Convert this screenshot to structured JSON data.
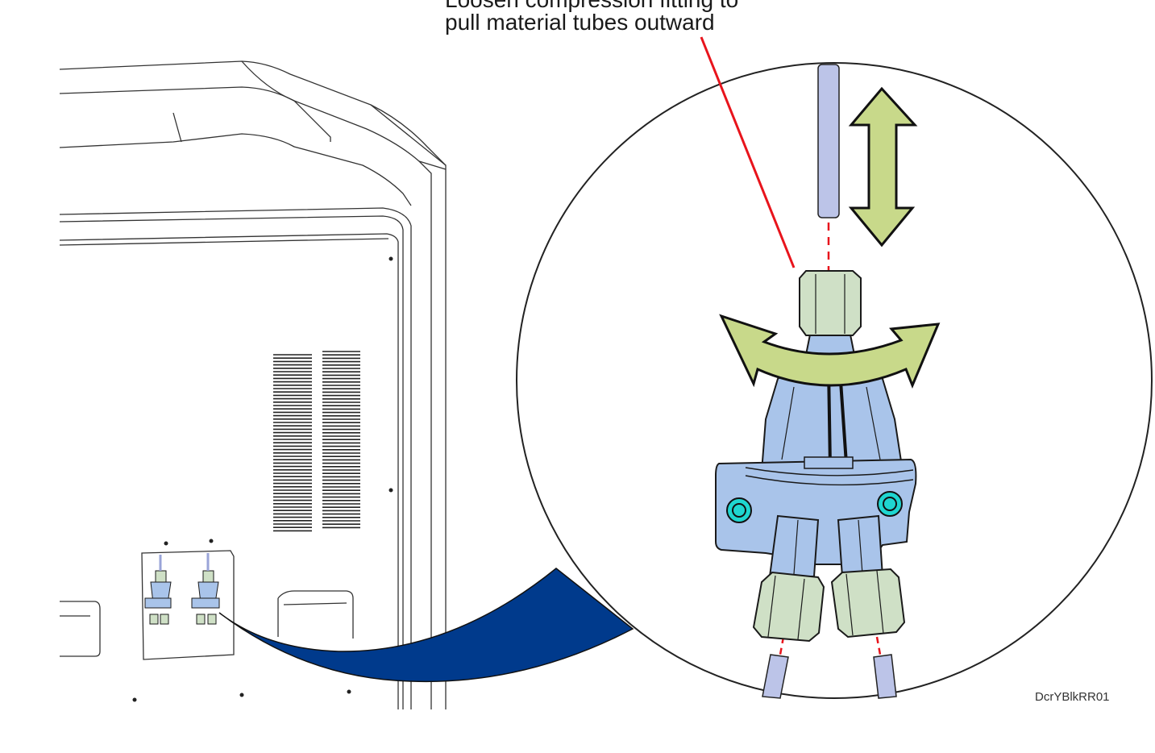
{
  "callout": {
    "line1": "Loosen compression fitting to",
    "line2": "pull material tubes outward"
  },
  "figure_id": "DcrYBlkRR01",
  "icons": [
    "rotate-arrow-icon",
    "push-pull-arrow-icon",
    "screw-icon"
  ],
  "colors": {
    "leader_line": "#e8141c",
    "zoom_wedge": "#003a8c",
    "fitting_green": "#cfe0c6",
    "manifold_blue": "#a9c4ea",
    "tube_lavender": "#bcc4e8",
    "arrow_green": "#c8d98a",
    "screw_teal": "#1fd6d0",
    "outline": "#1a1a1a"
  }
}
